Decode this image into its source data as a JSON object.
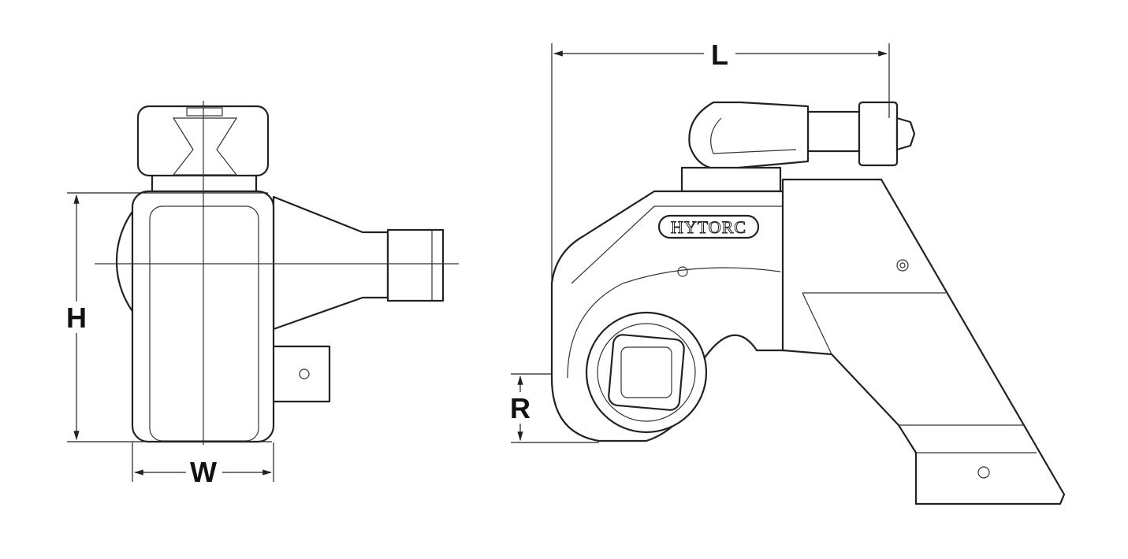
{
  "diagram": {
    "dimensions": {
      "height": "H",
      "width": "W",
      "length": "L",
      "radius": "R"
    },
    "brand_logo": "HYTORC",
    "colors": {
      "line": "#222222",
      "background": "#ffffff"
    }
  }
}
